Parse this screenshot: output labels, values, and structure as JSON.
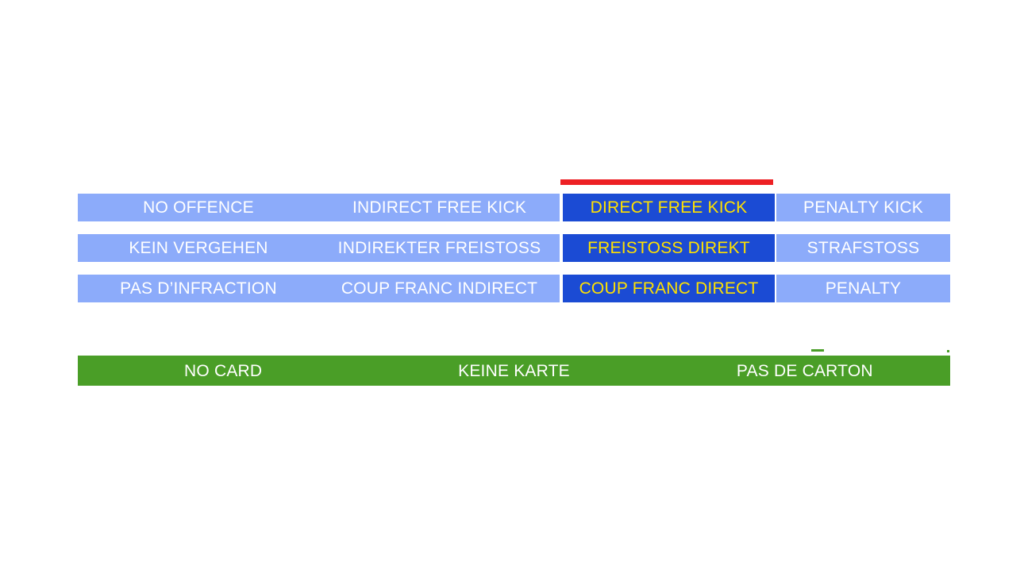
{
  "slide": {
    "background_color": "#FFFFFF",
    "colors": {
      "light_blue": "#8CABFA",
      "dark_blue": "#1B4BD4",
      "highlight_text_yellow": "#FFE100",
      "marker_red": "#ED2024",
      "card_green": "#4A9E27",
      "text_white": "#FFFFFF"
    }
  },
  "matrix": {
    "rows": [
      {
        "language": "english",
        "no_offence": "NO OFFENCE",
        "indirect_free_kick": "INDIRECT FREE KICK",
        "direct_free_kick": "DIRECT FREE KICK",
        "penalty_kick": "PENALTY KICK"
      },
      {
        "language": "german",
        "no_offence": "KEIN VERGEHEN",
        "indirect_free_kick": "INDIREKTER FREISTOSS",
        "direct_free_kick": "FREISTOSS DIREKT",
        "penalty_kick": "STRAFSTOSS"
      },
      {
        "language": "french",
        "no_offence": "PAS D’INFRACTION",
        "indirect_free_kick": "COUP FRANC INDIRECT",
        "direct_free_kick": "COUP FRANC DIRECT",
        "penalty_kick": "PENALTY"
      }
    ],
    "highlighted_column": "direct_free_kick"
  },
  "card_bar": {
    "cells": [
      {
        "language": "english",
        "label": "NO CARD"
      },
      {
        "language": "german",
        "label": "KEINE KARTE"
      },
      {
        "language": "french",
        "label": "PAS DE CARTON"
      }
    ]
  }
}
